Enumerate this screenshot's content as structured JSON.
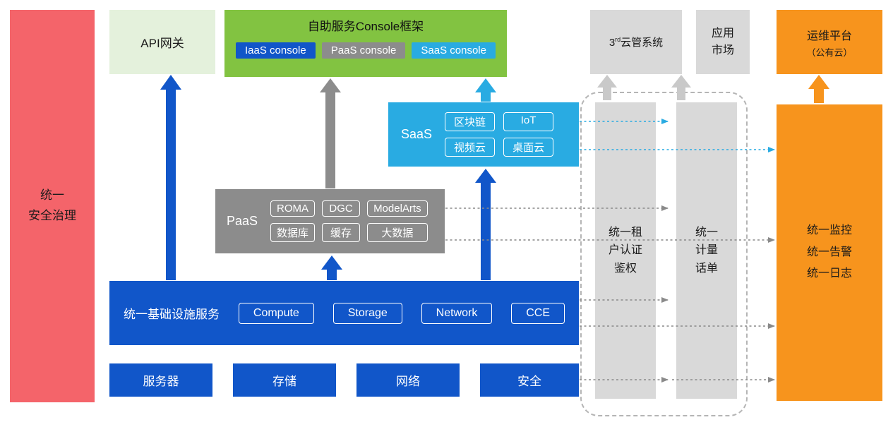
{
  "colors": {
    "blue": "#1156C9",
    "cyan": "#29ABE2",
    "gray": "#8C8C8C",
    "light_gray": "#D9D9D9",
    "green": "#82C341",
    "light_green": "#E4F1DC",
    "orange": "#F7941D",
    "red": "#F4646A"
  },
  "security_bar": {
    "label": "统一\n安全治理"
  },
  "top_row": {
    "api_gateway": {
      "label": "API网关"
    },
    "console_frame": {
      "title": "自助服务Console框架",
      "buttons": [
        {
          "label": "IaaS console"
        },
        {
          "label": "PaaS console"
        },
        {
          "label": "SaaS console"
        }
      ]
    },
    "third_party_cloud": {
      "base": "3",
      "sup": "rd",
      "rest": "云管系统"
    },
    "app_market": {
      "label": "应用\n市场"
    },
    "om_platform": {
      "line1": "运维平台",
      "line2": "（公有云）"
    }
  },
  "saas": {
    "label": "SaaS",
    "items": [
      "区块链",
      "IoT",
      "视频云",
      "桌面云"
    ]
  },
  "paas": {
    "label": "PaaS",
    "items": [
      "ROMA",
      "DGC",
      "ModelArts",
      "数据库",
      "缓存",
      "大数据"
    ]
  },
  "iaas": {
    "label": "统一基础设施服务",
    "items": [
      "Compute",
      "Storage",
      "Network",
      "CCE"
    ]
  },
  "resources": {
    "items": [
      "服务器",
      "存储",
      "网络",
      "安全"
    ]
  },
  "right_rails": {
    "tenant_auth": {
      "label": "统一租\n户认证\n鉴权"
    },
    "metering": {
      "label": "统一\n计量\n话单"
    },
    "om": {
      "label": "统一监控\n统一告警\n统一日志"
    }
  }
}
